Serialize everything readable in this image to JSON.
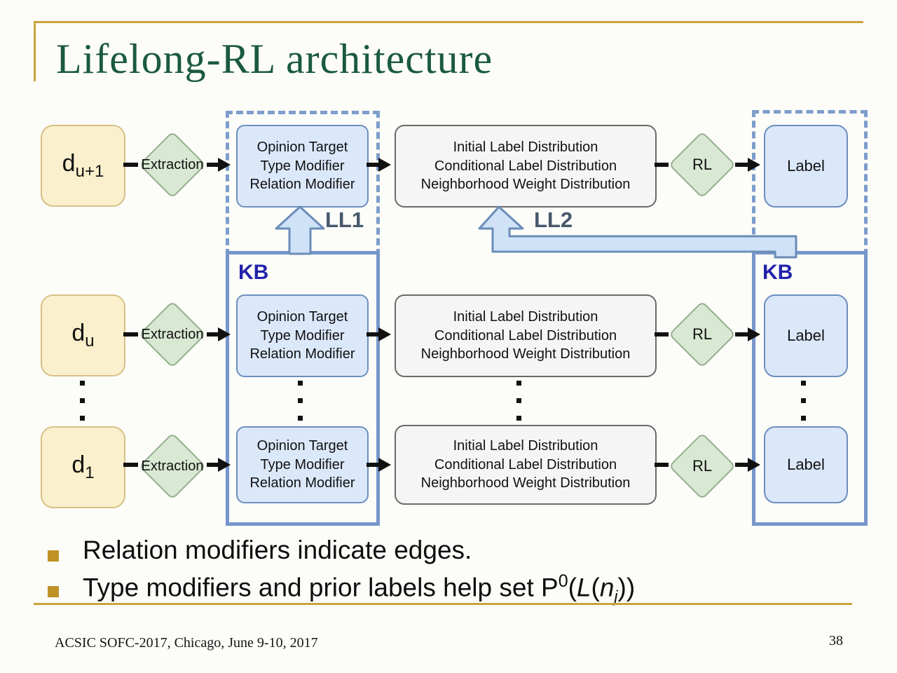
{
  "slide": {
    "title": "Lifelong-RL architecture",
    "footer": "ACSIC SOFC-2017, Chicago, June 9-10, 2017",
    "page_number": "38",
    "colors": {
      "accent_gold": "#C9A43C",
      "title_green": "#1A5A40",
      "kb_text_blue": "#2222AA",
      "container_blue": "#7796CB",
      "box_blue_fill": "#DBE8FA",
      "box_blue_border": "#6C8EBF",
      "doc_fill": "#FAF0CD",
      "doc_border": "#D8C084",
      "diamond_fill": "#D9E8D3",
      "diamond_border": "#94AF8D",
      "gray_fill": "#F5F5F5",
      "ll_arrow_fill": "#CFE2F7",
      "ll_arrow_stroke": "#6B8CB8"
    }
  },
  "diagram": {
    "kb_label": "KB",
    "ll1_label": "LL1",
    "ll2_label": "LL2",
    "extraction_label": "Extraction",
    "rl_label": "RL",
    "label_box_label": "Label",
    "opinion_lines": [
      "Opinion Target",
      "Type Modifier",
      "Relation Modifier"
    ],
    "distribution_lines": [
      "Initial Label Distribution",
      "Conditional Label Distribution",
      "Neighborhood Weight Distribution"
    ],
    "docs": [
      {
        "base": "d",
        "sub": "u+1"
      },
      {
        "base": "d",
        "sub": "u"
      },
      {
        "base": "d",
        "sub": "1"
      }
    ]
  },
  "bullets": {
    "b1": "Relation modifiers indicate edges.",
    "b2": {
      "prefix": "Type modifiers and prior labels help set P",
      "sup": "0",
      "paren1": "(",
      "L": "L",
      "paren2": "(",
      "n": "n",
      "sub": "j",
      "close": "))"
    }
  }
}
